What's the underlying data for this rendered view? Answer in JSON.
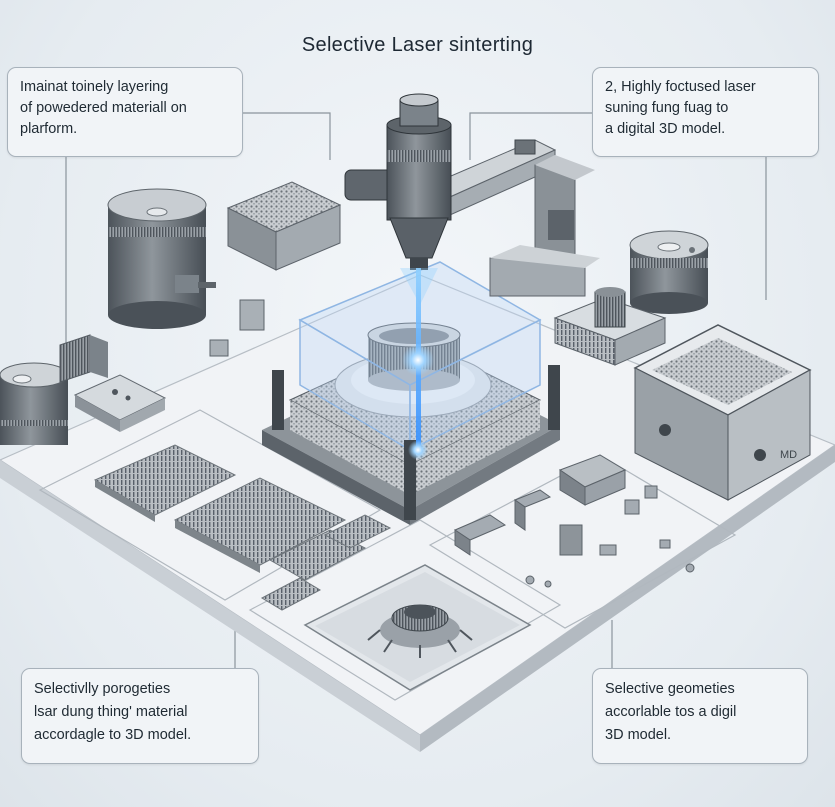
{
  "title": "Selective Laser sinterting",
  "callouts": {
    "top_left": {
      "lines": [
        "Imainat toinely layering",
        "of powedered materiall on",
        "plarform."
      ]
    },
    "top_right": {
      "lines": [
        "2, Highly foctused laser",
        "suning fung fuag to",
        "a digital 3D model."
      ]
    },
    "bottom_left": {
      "lines": [
        "Selectivlly porogeties",
        "lsar dung thing'  material",
        "accordagle to 3D model."
      ]
    },
    "bottom_right": {
      "lines": [
        "Selective geometies",
        "accorlable  tos a digil",
        "3D model."
      ]
    }
  },
  "labels": {
    "machine_label": "MD"
  },
  "colors": {
    "background": "#e9eef2",
    "platform_top": "#eef1f4",
    "metal": "#6f767c",
    "metal_dark": "#3f464c",
    "laser": "#4aa3ff",
    "glass": "#bcd6f5"
  }
}
